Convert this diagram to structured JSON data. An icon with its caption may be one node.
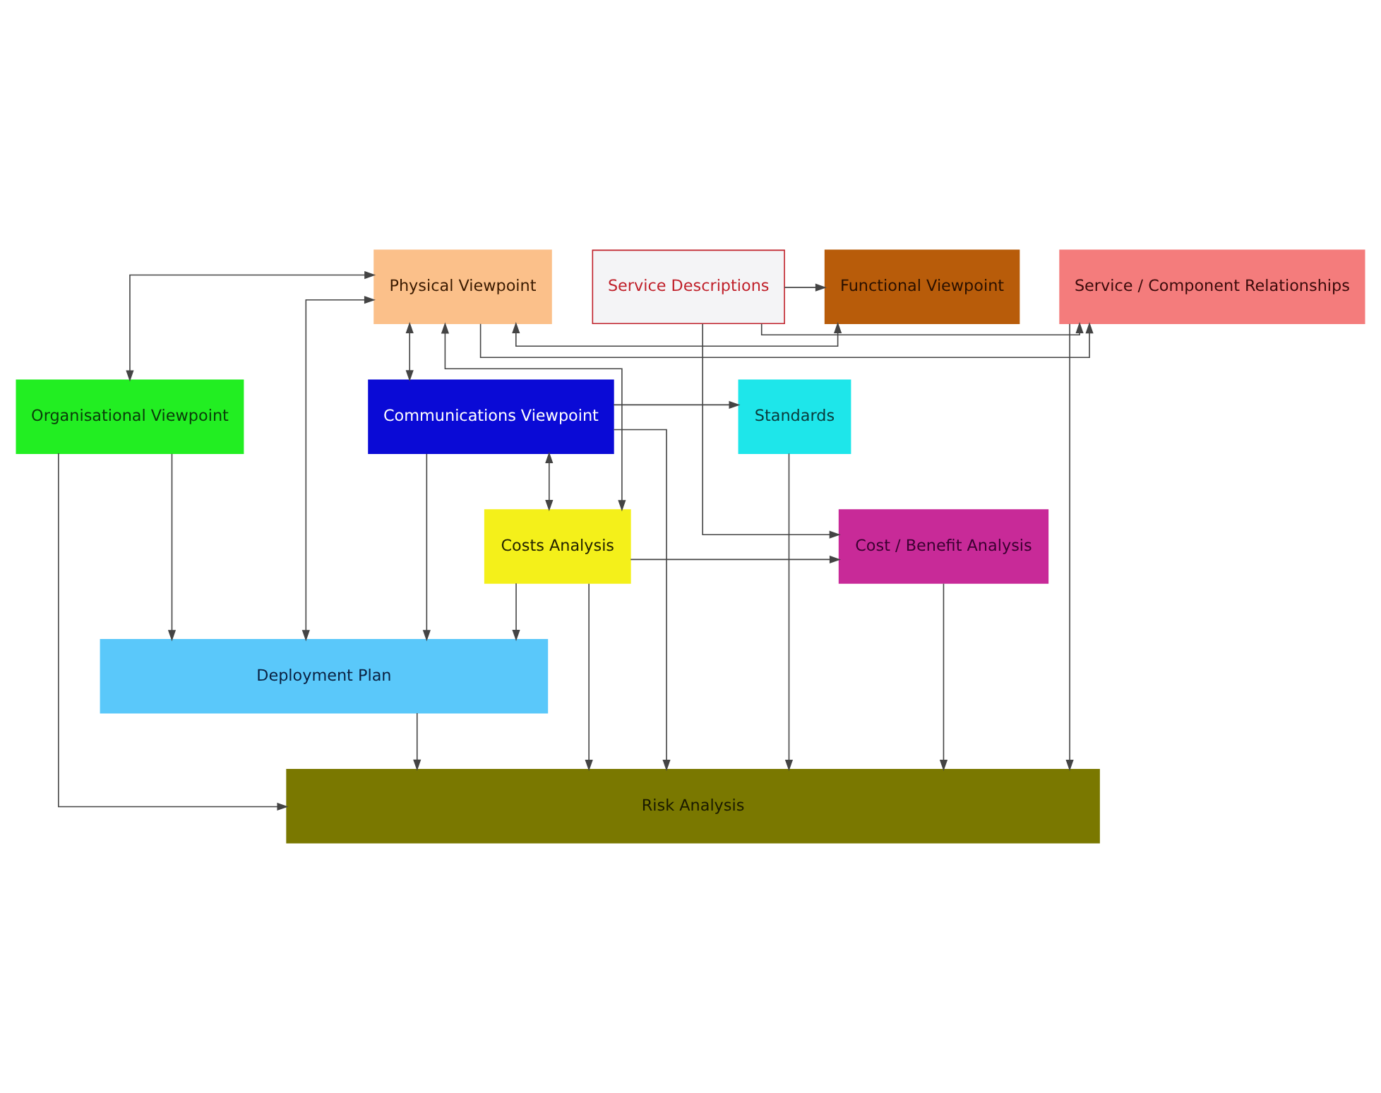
{
  "diagram": {
    "nodes": [
      {
        "text": [
          "Service / Component Relationships"
        ]
      },
      {
        "text": [
          "Physical Viewpoint"
        ]
      },
      {
        "text": [
          "Functional Viewpoint"
        ]
      },
      {
        "text": [
          "Service Descriptions"
        ]
      },
      {
        "text": [
          "Standards"
        ]
      },
      {
        "text": [
          "Communications Viewpoint"
        ]
      },
      {
        "text": [
          "Organisational Viewpoint"
        ]
      },
      {
        "text": [
          "Costs Analysis"
        ]
      },
      {
        "text": [
          "Cost / Benefit Analysis"
        ]
      },
      {
        "text": [
          "Deployment Plan"
        ]
      },
      {
        "text": [
          "Risk Analysis"
        ]
      }
    ],
    "edges": [
      {
        "from": 1,
        "to": 0,
        "arrow": "to"
      },
      {
        "from": 1,
        "to": 2,
        "arrow": "both"
      },
      {
        "from": 3,
        "to": 2,
        "arrow": "to"
      },
      {
        "from": 3,
        "to": 0,
        "arrow": "to"
      },
      {
        "from": 1,
        "to": 5,
        "arrow": "both"
      },
      {
        "from": 1,
        "to": 7,
        "arrow": "both"
      },
      {
        "from": 1,
        "to": 9,
        "arrow": "both"
      },
      {
        "from": 1,
        "to": 6,
        "arrow": "both"
      },
      {
        "from": 5,
        "to": 4,
        "arrow": "to"
      },
      {
        "from": 4,
        "to": 10,
        "arrow": "to"
      },
      {
        "from": 0,
        "to": 10,
        "arrow": "to"
      },
      {
        "from": 5,
        "to": 10,
        "arrow": "to"
      },
      {
        "from": 5,
        "to": 9,
        "arrow": "to"
      },
      {
        "from": 5,
        "to": 7,
        "arrow": "both"
      },
      {
        "from": 7,
        "to": 10,
        "arrow": "to"
      },
      {
        "from": 7,
        "to": 8,
        "arrow": "to"
      },
      {
        "from": 7,
        "to": 9,
        "arrow": "to"
      },
      {
        "from": 8,
        "to": 10,
        "arrow": "to"
      },
      {
        "from": 6,
        "to": 9,
        "arrow": "to"
      },
      {
        "from": 6,
        "to": 10,
        "arrow": "to"
      },
      {
        "from": 3,
        "to": 8,
        "arrow": "to"
      },
      {
        "from": 9,
        "to": 10,
        "arrow": "to"
      }
    ]
  }
}
